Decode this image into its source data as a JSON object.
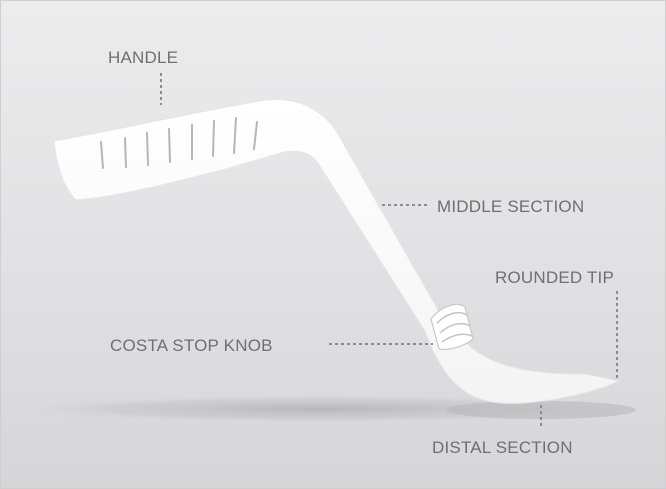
{
  "labels": {
    "handle": "HANDLE",
    "middle_section": "MIDDLE SECTION",
    "rounded_tip": "ROUNDED TIP",
    "costa_stop_knob": "COSTA STOP KNOB",
    "distal_section": "DISTAL SECTION"
  },
  "colors": {
    "background_top": "#ececed",
    "background_bottom": "#d6d6d8",
    "instrument": "#ffffff",
    "shadow": "#bdbdbf",
    "label_text": "#6f6f6f",
    "leader_line": "#8c8c8c"
  }
}
